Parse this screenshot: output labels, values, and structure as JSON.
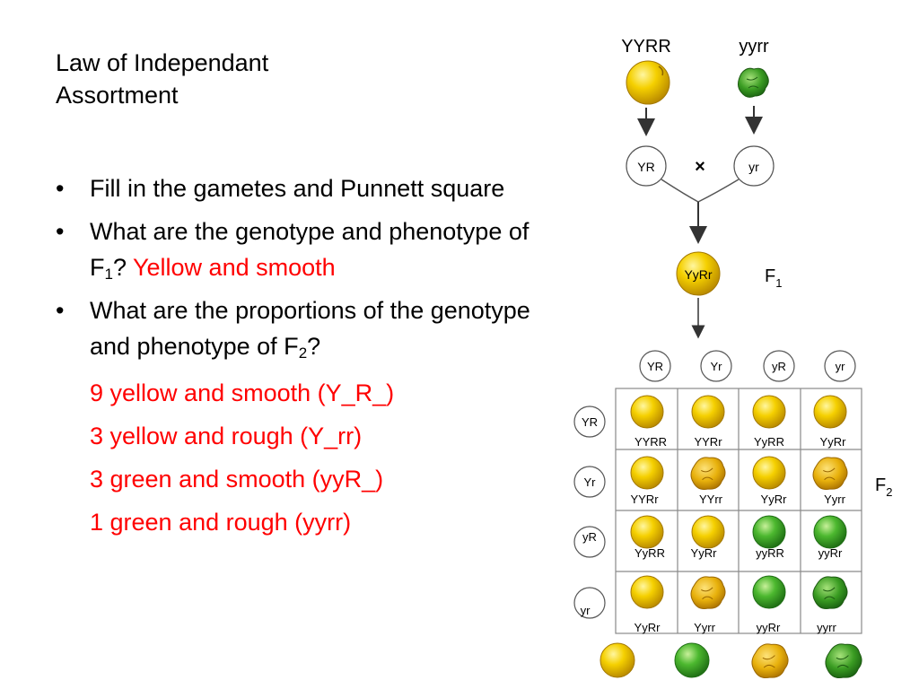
{
  "slide": {
    "title_line1": "Law of Independant",
    "title_line2": "Assortment"
  },
  "bullets": {
    "marker": "•",
    "b1": "Fill in the gametes and Punnett square",
    "b2_prefix": "What are the genotype and phenotype of F",
    "b2_sub": "1",
    "b2_mid": "? ",
    "b2_answer": "Yellow and smooth",
    "b3_prefix": "What are the proportions of the genotype and phenotype of F",
    "b3_sub": "2",
    "b3_suffix": "?",
    "answers": [
      "9 yellow and smooth (Y_R_)",
      "3 yellow and rough (Y_rr)",
      "3 green and smooth (yyR_)",
      "1 green and rough (yyrr)"
    ]
  },
  "diagram": {
    "parent_left": "YYRR",
    "parent_right": "yyrr",
    "gamete_left": "YR",
    "gamete_right": "yr",
    "cross_symbol": "×",
    "f1_genotype": "YyRr",
    "f1_label": "F",
    "f1_sub": "1",
    "f2_label": "F",
    "f2_sub": "2",
    "col_gametes": [
      "YR",
      "Yr",
      "yR",
      "yr"
    ],
    "row_gametes": [
      "YR",
      "Yr",
      "yR",
      "yr"
    ],
    "grid": [
      [
        "YYRR",
        "YYRr",
        "YyRR",
        "YyRr"
      ],
      [
        "YYRr",
        "YYrr",
        "YyRr",
        "Yyrr"
      ],
      [
        "YyRR",
        "YyRr",
        "yyRR",
        "yyRr"
      ],
      [
        "YyRr",
        "Yyrr",
        "yyRr",
        "yyrr"
      ]
    ],
    "colors": {
      "yellow_seed": "#f2c500",
      "green_seed": "#3fae2a",
      "cell_border": "#8a8a8a"
    }
  }
}
